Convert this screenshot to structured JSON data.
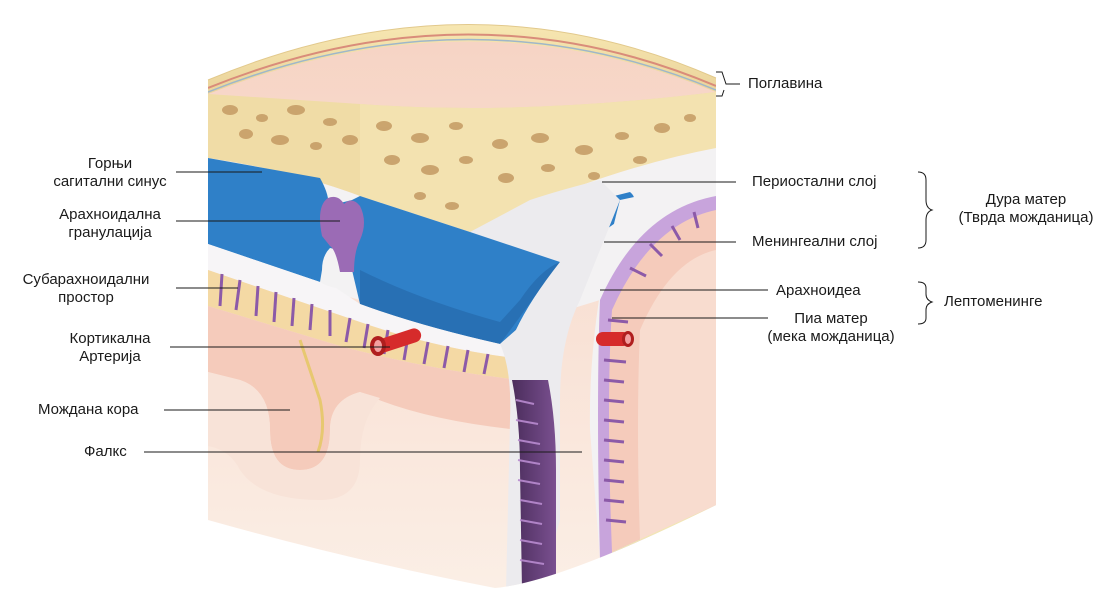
{
  "labels": {
    "scalp": "Поглавина",
    "superior_sagittal_sinus": [
      "Горњи",
      "сагитални синус"
    ],
    "arachnoid_granulation": [
      "Арахноидална",
      "гранулација"
    ],
    "subarachnoid_space": [
      "Субарахноидални",
      "простор"
    ],
    "cortical_artery": [
      "Кортикална",
      "Артерија"
    ],
    "cerebral_cortex": "Мождана кора",
    "falx": "Фалкс",
    "periosteal_layer": "Периостални слој",
    "meningeal_layer": "Менингеални слој",
    "dura_mater": [
      "Дура матер",
      "(Тврда можданица)"
    ],
    "arachnoid": "Арахноидеа",
    "pia_mater": [
      "Пиа матер",
      "(мека можданица)"
    ],
    "leptomeninges": "Лептоменинге"
  },
  "colors": {
    "scalp": "#f1dfa2",
    "bone": "#efd9a3",
    "bone_pores": "#c9a06a",
    "sinus_blue": "#2f7fc6",
    "dura_white": "#f3f2f3",
    "arachnoid_purple": "#9b6bb5",
    "cortex_pink": "#f5cdbd",
    "white_matter": "#fbeee4",
    "artery_red": "#d62b2b"
  }
}
